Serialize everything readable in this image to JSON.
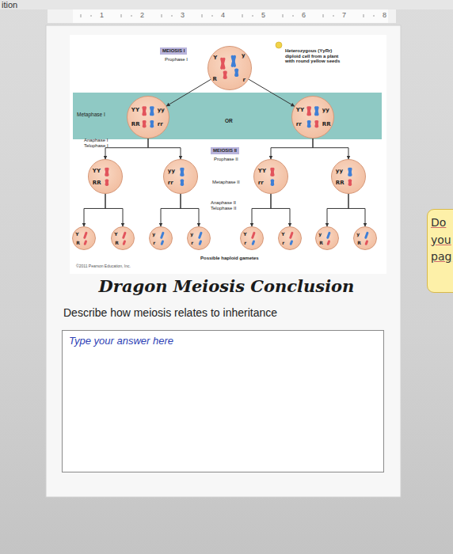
{
  "diagram": {
    "title": "Dragon Meiosis Conclusion",
    "nodes": [
      {
        "text": [
          "Y",
          "y",
          "R",
          "r"
        ]
      },
      {
        "text": [
          "YY",
          "yy",
          "RR",
          "rr"
        ]
      },
      {
        "text": [
          "YY",
          "yy",
          "rr",
          "RR"
        ]
      },
      {
        "text": [
          "YY",
          "RR"
        ]
      },
      {
        "text": [
          "yy",
          "rr"
        ]
      },
      {
        "text": [
          "YY",
          "rr"
        ]
      },
      {
        "text": [
          "yy",
          "RR"
        ]
      },
      {
        "text": [
          "Y",
          "R"
        ]
      },
      {
        "text": [
          "Y",
          "R"
        ]
      },
      {
        "text": [
          "y",
          "r"
        ]
      },
      {
        "text": [
          "y",
          "r"
        ]
      },
      {
        "text": [
          "Y",
          "r"
        ]
      },
      {
        "text": [
          "Y",
          "r"
        ]
      },
      {
        "text": [
          "y",
          "R"
        ]
      },
      {
        "text": [
          "y",
          "R"
        ]
      },
      {
        "text": [
          "Type your answer here"
        ]
      },
      {
        "text": [
          "Do you pag"
        ]
      }
    ],
    "edges": [
      {
        "from": 0,
        "to": 1,
        "arrow": "to"
      },
      {
        "from": 0,
        "to": 2,
        "arrow": "to"
      },
      {
        "from": 1,
        "to": 3,
        "arrow": "to"
      },
      {
        "from": 1,
        "to": 4,
        "arrow": "to"
      },
      {
        "from": 2,
        "to": 5,
        "arrow": "to"
      },
      {
        "from": 2,
        "to": 6,
        "arrow": "to"
      },
      {
        "from": 3,
        "to": 7,
        "arrow": "to"
      },
      {
        "from": 3,
        "to": 8,
        "arrow": "to"
      },
      {
        "from": 4,
        "to": 9,
        "arrow": "to"
      },
      {
        "from": 4,
        "to": 10,
        "arrow": "to"
      },
      {
        "from": 5,
        "to": 11,
        "arrow": "to"
      },
      {
        "from": 5,
        "to": 12,
        "arrow": "to"
      },
      {
        "from": 6,
        "to": 13,
        "arrow": "to"
      },
      {
        "from": 6,
        "to": 14,
        "arrow": "to"
      }
    ],
    "labels": [
      "ition",
      "1",
      "2",
      "3",
      "4",
      "5",
      "6",
      "7",
      "8",
      "MEIOSIS I",
      "Prophase I",
      "Heterozygous (YyRr) diploid cell from a plant with round yellow seeds",
      "Metaphase I",
      "OR",
      "Anaphase I Telophase I",
      "MEIOSIS II",
      "Prophase II",
      "Metaphase II",
      "Anaphase II Telophase II",
      "Possible haploid gametes",
      "©2011 Pearson Education, Inc.",
      "Describe how meiosis relates to inheritance"
    ]
  }
}
